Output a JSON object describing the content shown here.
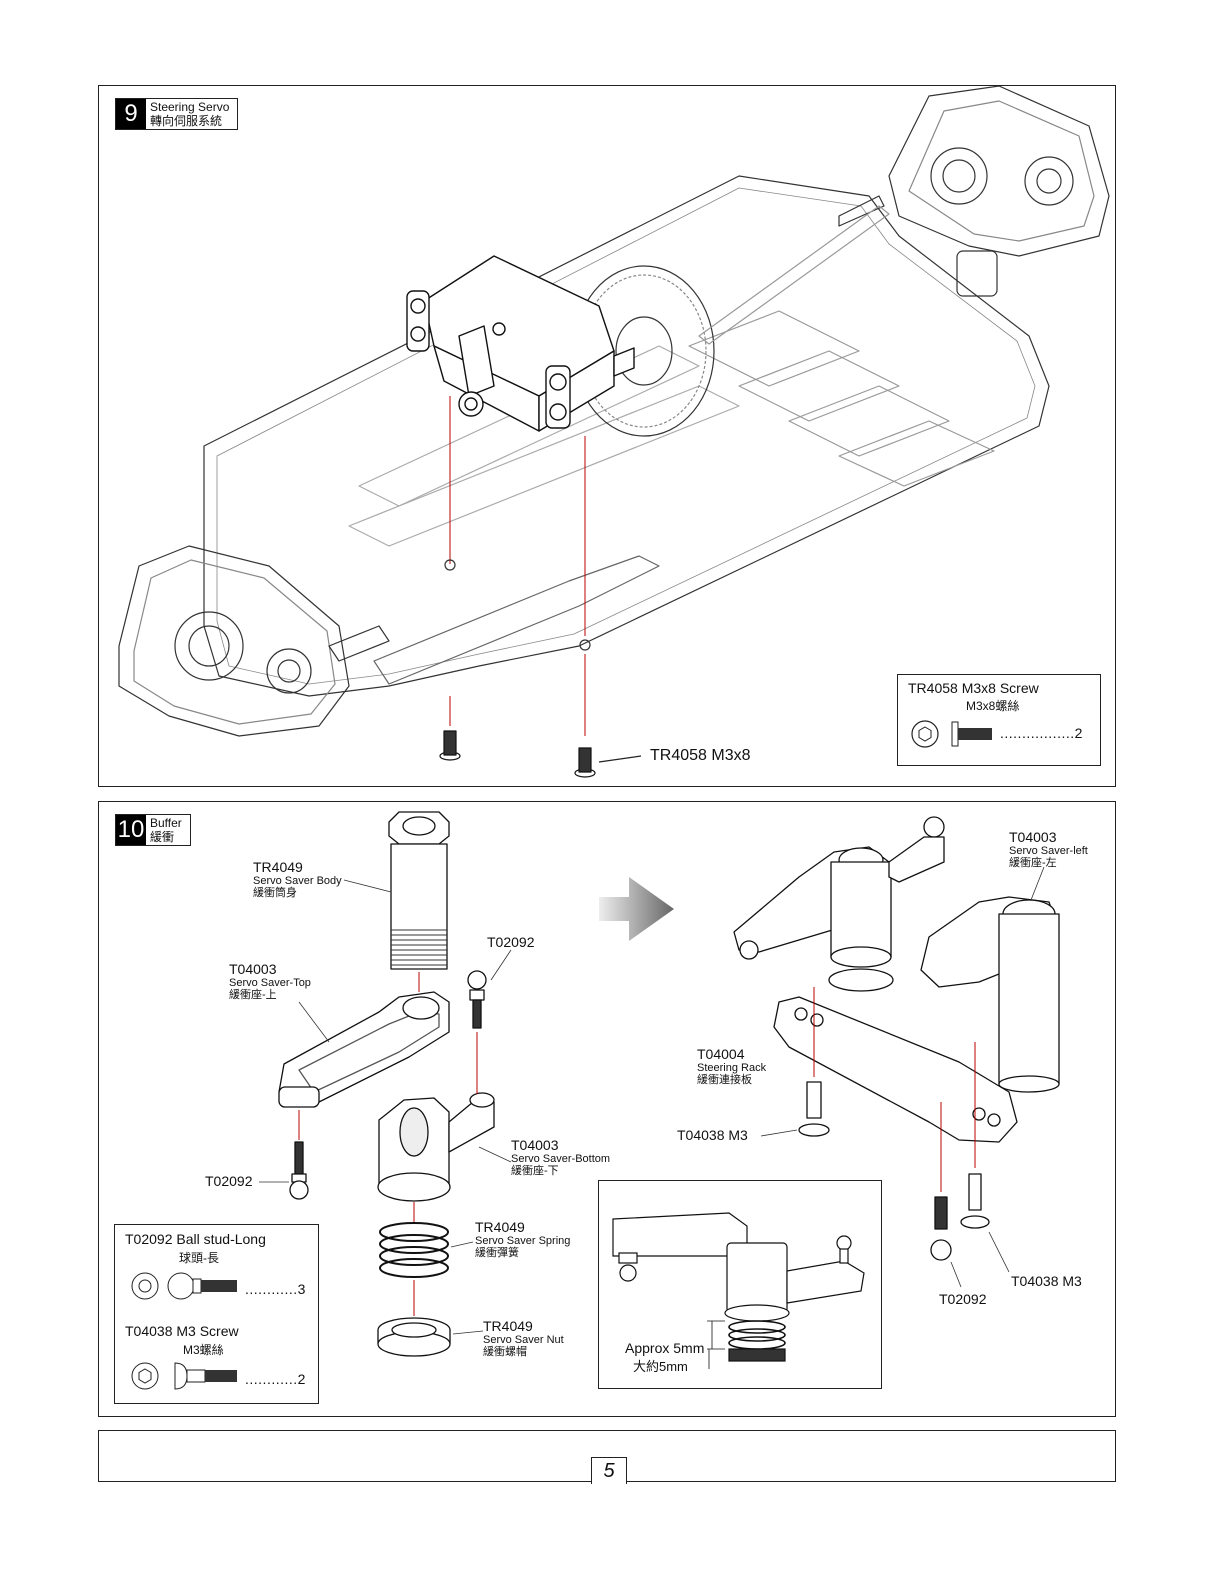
{
  "step9": {
    "number": "9",
    "title_en": "Steering Servo",
    "title_zh": "轉向伺服系統",
    "callout": "TR4058  M3x8",
    "parts_box": {
      "title": "TR4058  M3x8 Screw",
      "subtitle": "M3x8螺絲",
      "qty": ".................2"
    }
  },
  "step10": {
    "number": "10",
    "title_en": "Buffer",
    "title_zh": "緩衝",
    "labels": {
      "servo_saver_body": {
        "code": "TR4049",
        "en": "Servo Saver Body",
        "zh": "緩衝筒身"
      },
      "servo_saver_top": {
        "code": "T04003",
        "en": "Servo Saver-Top",
        "zh": "緩衝座-上"
      },
      "ball_stud_top": {
        "code": "T02092"
      },
      "ball_stud_left": {
        "code": "T02092"
      },
      "servo_saver_bottom": {
        "code": "T04003",
        "en": "Servo Saver-Bottom",
        "zh": "緩衝座-下"
      },
      "servo_saver_spring": {
        "code": "TR4049",
        "en": "Servo Saver Spring",
        "zh": "緩衝彈簧"
      },
      "servo_saver_nut": {
        "code": "TR4049",
        "en": "Servo Saver Nut",
        "zh": "緩衝螺帽"
      },
      "servo_saver_left": {
        "code": "T04003",
        "en": "Servo Saver-left",
        "zh": "緩衝座-左"
      },
      "steering_rack": {
        "code": "T04004",
        "en": "Steering Rack",
        "zh": "緩衝連接板"
      },
      "m3_screw_center": {
        "code": "T04038  M3"
      },
      "m3_screw_right": {
        "code": "T04038  M3"
      },
      "ball_stud_right": {
        "code": "T02092"
      }
    },
    "parts_box": {
      "item1_title": "T02092 Ball stud-Long",
      "item1_sub": "球頭-長",
      "item1_qty": "............3",
      "item2_title": "T04038 M3 Screw",
      "item2_sub": "M3螺絲",
      "item2_qty": "............2"
    },
    "inset": {
      "approx_en": "Approx 5mm",
      "approx_zh": "大約5mm"
    }
  },
  "footer": {
    "page_number": "5"
  }
}
